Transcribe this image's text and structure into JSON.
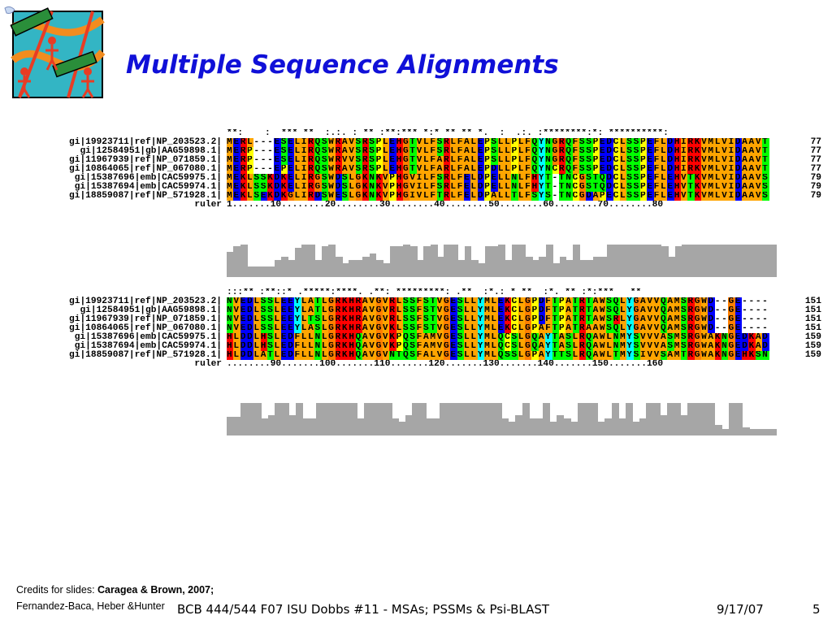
{
  "slide": {
    "title": "Multiple Sequence Alignments",
    "logo_icon": "dna-people-clipart-icon",
    "colors": {
      "title": "#1010d8",
      "conservation_bar": "#a6a6a6"
    }
  },
  "alignment": {
    "residue_colors": {
      "hydrophobic_AILMFWV": "#ffa500",
      "positive_KRH": "#ff0000",
      "acidic_DE": "#0000ff",
      "polar_STNQ": "#00ff00",
      "G": "#ff7f00",
      "P": "#ffff00",
      "C": "#ffff00",
      "Y": "#00ffff"
    },
    "blocks": [
      {
        "consensus": "**:    :  *** **  :.:. : ** :**:*** *:* ** ** *.  :  .:. :********:*: **********:",
        "rows": [
          {
            "name": "gi|19923711|ref|NP_203523.2|",
            "seq": "MERL---ESELIRQSWRAVSRSPLEHGTVLFSRLFALEPSLLPLFQYNGRQFSSPEDCLSSPEFLDHIRKVMLVIDAAVT",
            "len": "77"
          },
          {
            "name": "gi|12584951|gb|AAG59898.1|",
            "seq": "MERP---ESELIRQSWRAVSRSPLEHGTVLFSRLFALEPSLLPLFQYNGRQFSSPEDCLSSPEFLDHIRKVMLVIDAAVT",
            "len": "77"
          },
          {
            "name": "gi|11967939|ref|NP_071859.1|",
            "seq": "MERP---ESELIRQSWRVVSRSPLEHGTVLFARLFALEPSLLPLFQYNGRQFSSPEDCLSSPEFLDHIRKVMLVIDAAVT",
            "len": "77"
          },
          {
            "name": "gi|10864065|ref|NP_067080.1|",
            "seq": "MERP---EPELIRQSWRAVSRSPLEHGTVLFARLFALEPDLLPLFQYNCRQFSSPEDCLSSPEFLDHIRKVMLVIDAAVT",
            "len": "77"
          },
          {
            "name": "gi|15387696|emb|CAC59975.1|",
            "seq": "MEKLSSKDKELIRGSWDSLGKNKVPHGVILFSRLFELDPELLNLFHYT-TNCGSTQDCLSSPEFLEHVTKVMLVIDAAVS",
            "len": "79"
          },
          {
            "name": "gi|15387694|emb|CAC59974.1|",
            "seq": "MEKLSSKDKELIRGSWDSLGKNKVPHGVILFSRLFELDPELLNLFHYT-TNCGSTQDCLSSPEFLEHVTKVMLVIDAAVS",
            "len": "79"
          },
          {
            "name": "gi|18859087|ref|NP_571928.1|",
            "seq": "MEKLSEKDKGLIRDSWESLGKNKVPHGIVLFTRLFELDPALLTLFSYS-TNCGDAPECLSSPEFLEHVTKVMLVIDAAVS",
            "len": "79"
          }
        ],
        "ruler_label": "ruler",
        "ruler": "1.......10........20........30........40........50........60........70........80",
        "conservation": [
          0.75,
          0.9,
          0.95,
          0.3,
          0.3,
          0.3,
          0.3,
          0.5,
          0.6,
          0.5,
          0.85,
          0.95,
          0.95,
          0.5,
          0.9,
          0.95,
          0.6,
          0.4,
          0.5,
          0.5,
          0.6,
          0.7,
          0.5,
          0.4,
          0.9,
          0.9,
          0.95,
          0.9,
          0.5,
          0.9,
          0.95,
          0.6,
          0.95,
          0.95,
          0.5,
          0.9,
          0.5,
          0.4,
          0.9,
          0.9,
          0.95,
          0.5,
          0.95,
          0.95,
          0.6,
          0.5,
          0.6,
          0.95,
          0.4,
          0.6,
          0.5,
          0.95,
          0.5,
          0.5,
          0.6,
          0.6,
          0.95,
          0.95,
          0.95,
          0.95,
          0.95,
          0.95,
          0.95,
          0.95,
          0.9,
          0.6,
          0.9,
          0.95,
          0.95,
          0.95,
          0.95,
          0.95,
          0.95,
          0.95,
          0.95,
          0.95,
          0.95,
          0.95,
          0.95,
          0.95,
          0.95
        ]
      },
      {
        "consensus": ":::** :**::* .*****:****. .**: *********: .**  :*.: * **  :*. ** :*:***   **",
        "rows": [
          {
            "name": "gi|19923711|ref|NP_203523.2|",
            "seq": "NVEDLSSLEEYLATLGRKHRAVGVRLSSFSTVGESLLYMLEKCLGPDFTPATRTAWSQLYGAVVQAMSRGWD--GE----",
            "len": "151"
          },
          {
            "name": "gi|12584951|gb|AAG59898.1|",
            "seq": "NVEDLSSLEEYLATLGRKHRAVGVRLSSFSTVGESLLYMLEKCLGPDFTPATRTAWSQLYGAVVQAMSRGWD--GE----",
            "len": "151"
          },
          {
            "name": "gi|11967939|ref|NP_071859.1|",
            "seq": "NVEDLSSLEEYLTSLGRKHRAVGVRLSSFSTVGESLLYMLEKCLGPDFTPATRTAWSRLYGAVVQAMSRGWD--GE----",
            "len": "151"
          },
          {
            "name": "gi|10864065|ref|NP_067080.1|",
            "seq": "NVEDLSSLEEYLASLGRKHRAVGVKLSSFSTVGESLLYMLEKCLGPAFTPATRAAWSQLYGAVVQAMSRGWD--GE----",
            "len": "151"
          },
          {
            "name": "gi|15387696|emb|CAC59975.1|",
            "seq": "HLDDLHSLEDFLLNLGRKHQAVGVKPQSFAMVGESLLYMLQCSLGQAYTASLRQAWLNMYSVVVASMSRGWAKNGEDKAD",
            "len": "159"
          },
          {
            "name": "gi|15387694|emb|CAC59974.1|",
            "seq": "HLDDLHSLEDFLLNLGRKHQAVGVKPQSFAMVGESLLYMLQCSLGQAYTASLRQAWLNMYSVVVASMSRGWAKNGEDKAD",
            "len": "159"
          },
          {
            "name": "gi|18859087|ref|NP_571928.1|",
            "seq": "HLDDLATLEDFLLNLGRKHQAVGVNTQSFALVGESLLYMLQSSLGPAYTTSLRQAWLTMYSIVVSAMTRGWAKNGEHKSN",
            "len": "159"
          }
        ],
        "ruler_label": "ruler",
        "ruler": "........90.......100.......110.......120.......130.......140.......150.......160",
        "conservation": [
          0.55,
          0.55,
          0.95,
          0.95,
          0.95,
          0.5,
          0.6,
          0.95,
          0.95,
          0.6,
          0.95,
          0.5,
          0.5,
          0.95,
          0.95,
          0.95,
          0.95,
          0.95,
          0.95,
          0.5,
          0.95,
          0.95,
          0.95,
          0.95,
          0.5,
          0.4,
          0.6,
          0.95,
          0.95,
          0.5,
          0.5,
          0.95,
          0.95,
          0.95,
          0.95,
          0.95,
          0.95,
          0.95,
          0.95,
          0.95,
          0.5,
          0.4,
          0.6,
          0.95,
          0.5,
          0.5,
          0.95,
          0.4,
          0.6,
          0.5,
          0.4,
          0.95,
          0.95,
          0.95,
          0.4,
          0.5,
          0.95,
          0.5,
          0.95,
          0.4,
          0.5,
          0.95,
          0.95,
          0.6,
          0.95,
          0.95,
          0.6,
          0.95,
          0.95,
          0.95,
          0.95,
          0.3,
          0.2,
          0.95,
          0.95,
          0.25,
          0.2,
          0.2,
          0.2,
          0.2
        ]
      }
    ]
  },
  "credits": {
    "prefix": "Credits for slides: ",
    "names_bold": "Caragea & Brown, 2007;",
    "line2": "Fernandez-Baca, Heber &Hunter"
  },
  "footer": {
    "course": "BCB 444/544 F07 ISU Dobbs #11 - MSAs; PSSMs & Psi-BLAST",
    "date": "9/17/07",
    "page": "5"
  }
}
